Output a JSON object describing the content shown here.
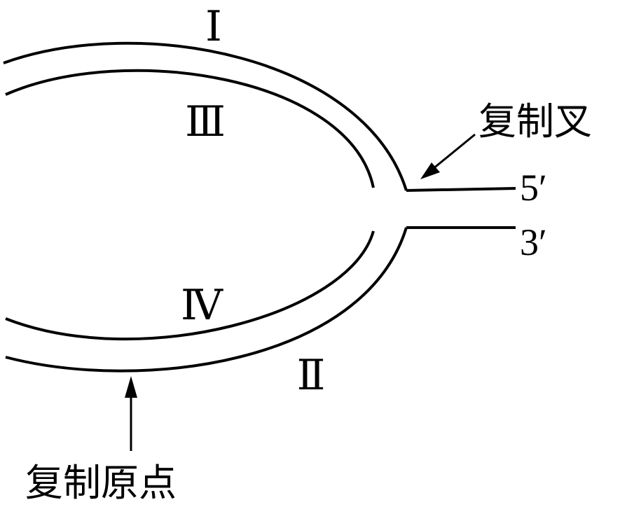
{
  "labels": {
    "strand_1": "Ⅰ",
    "strand_2": "Ⅱ",
    "strand_3": "Ⅲ",
    "strand_4": "Ⅳ",
    "end_5": "5′",
    "end_3": "3′",
    "replication_fork": "复制叉",
    "replication_origin": "复制原点"
  },
  "colors": {
    "line": "#000000",
    "background": "#ffffff"
  }
}
